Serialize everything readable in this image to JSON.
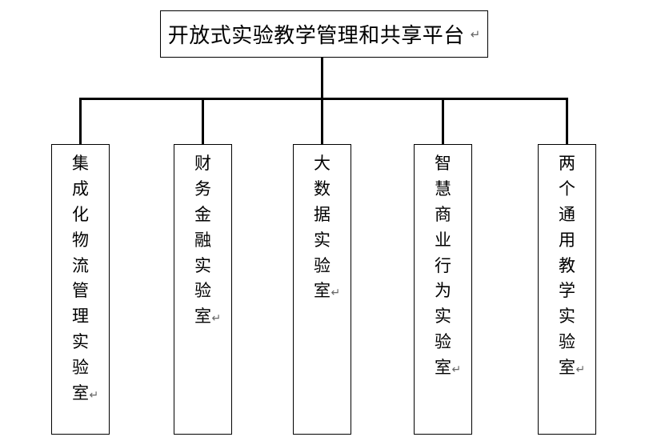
{
  "chart": {
    "type": "org-hierarchy-diagram",
    "root": {
      "label": "开放式实验教学管理和共享平台"
    },
    "nodes": [
      {
        "label": "集成化物流管理实验室"
      },
      {
        "label": "财务金融实验室"
      },
      {
        "label": "大数据实验室"
      },
      {
        "label": "智慧商业行为实验室"
      },
      {
        "label": "两个通用教学实验室"
      }
    ],
    "marks": {
      "return": "↵"
    },
    "colors": {
      "line": "#000000",
      "background": "#ffffff",
      "text": "#000000",
      "return_mark": "#666666"
    }
  }
}
